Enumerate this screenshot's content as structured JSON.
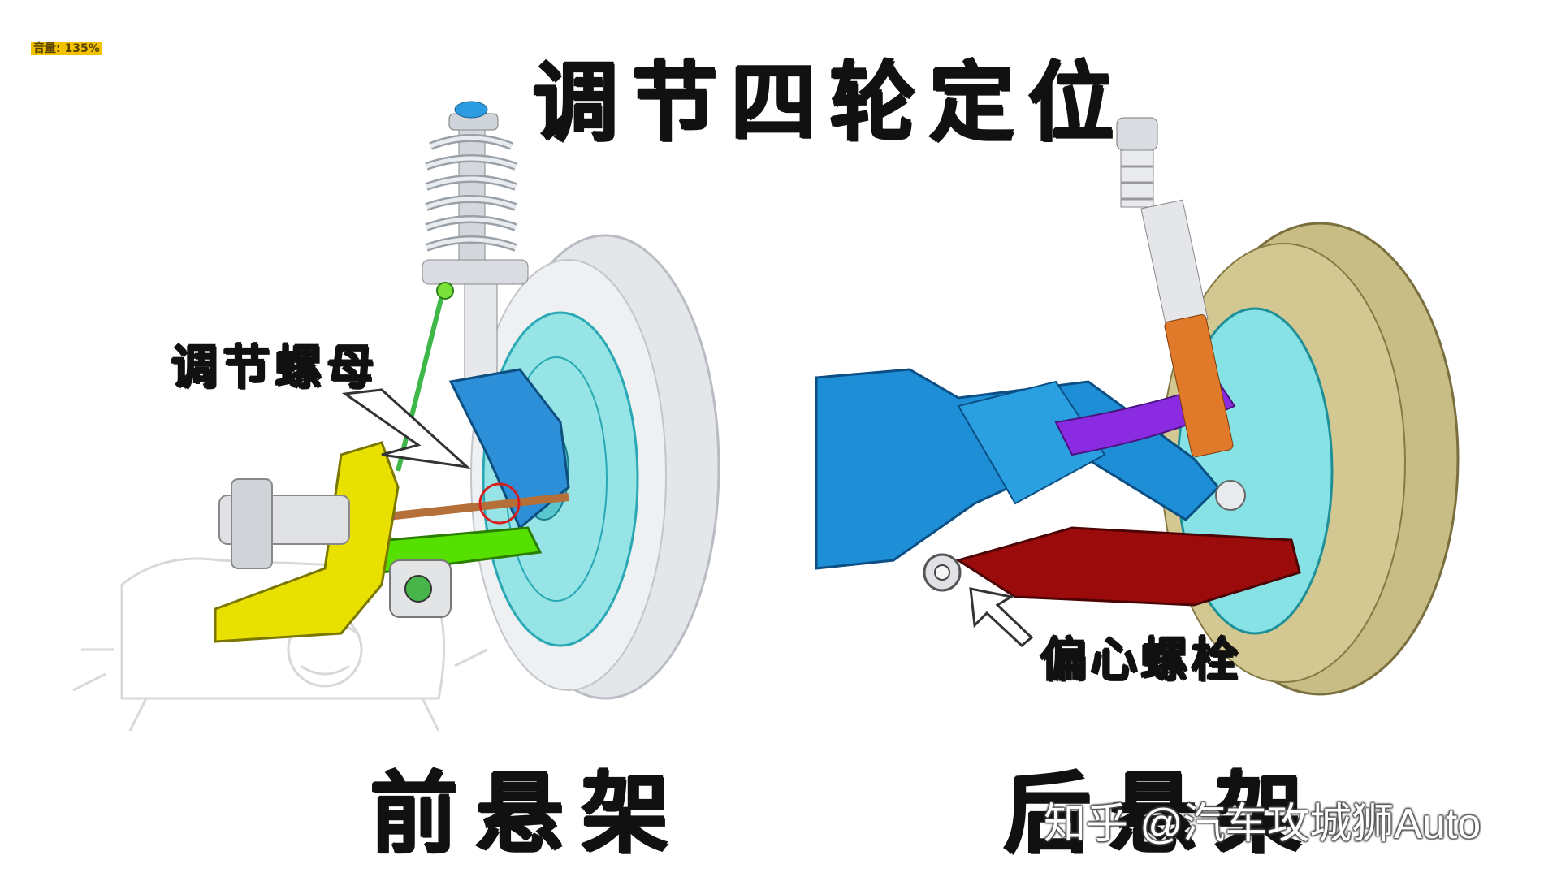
{
  "overlay": {
    "volume": "音量: 135%"
  },
  "title": "调节四轮定位",
  "labels": {
    "adjust_nut": "调节螺母",
    "eccentric_bolt": "偏心螺栓",
    "front_suspension": "前悬架",
    "rear_suspension": "后悬架"
  },
  "watermark": "知乎 @汽车攻城狮Auto",
  "colors": {
    "subframe_blue": "#1e8fd6",
    "control_arm_yellow": "#e8e000",
    "lower_arm_green": "#55e000",
    "rear_arm_red": "#9b0b0b",
    "damper_orange": "#e07a2a",
    "tire_front": "#e4e6ea",
    "tire_rear": "#c9bd86",
    "rim_cyan": "#86e2e4",
    "link_purple": "#8a2be2"
  }
}
